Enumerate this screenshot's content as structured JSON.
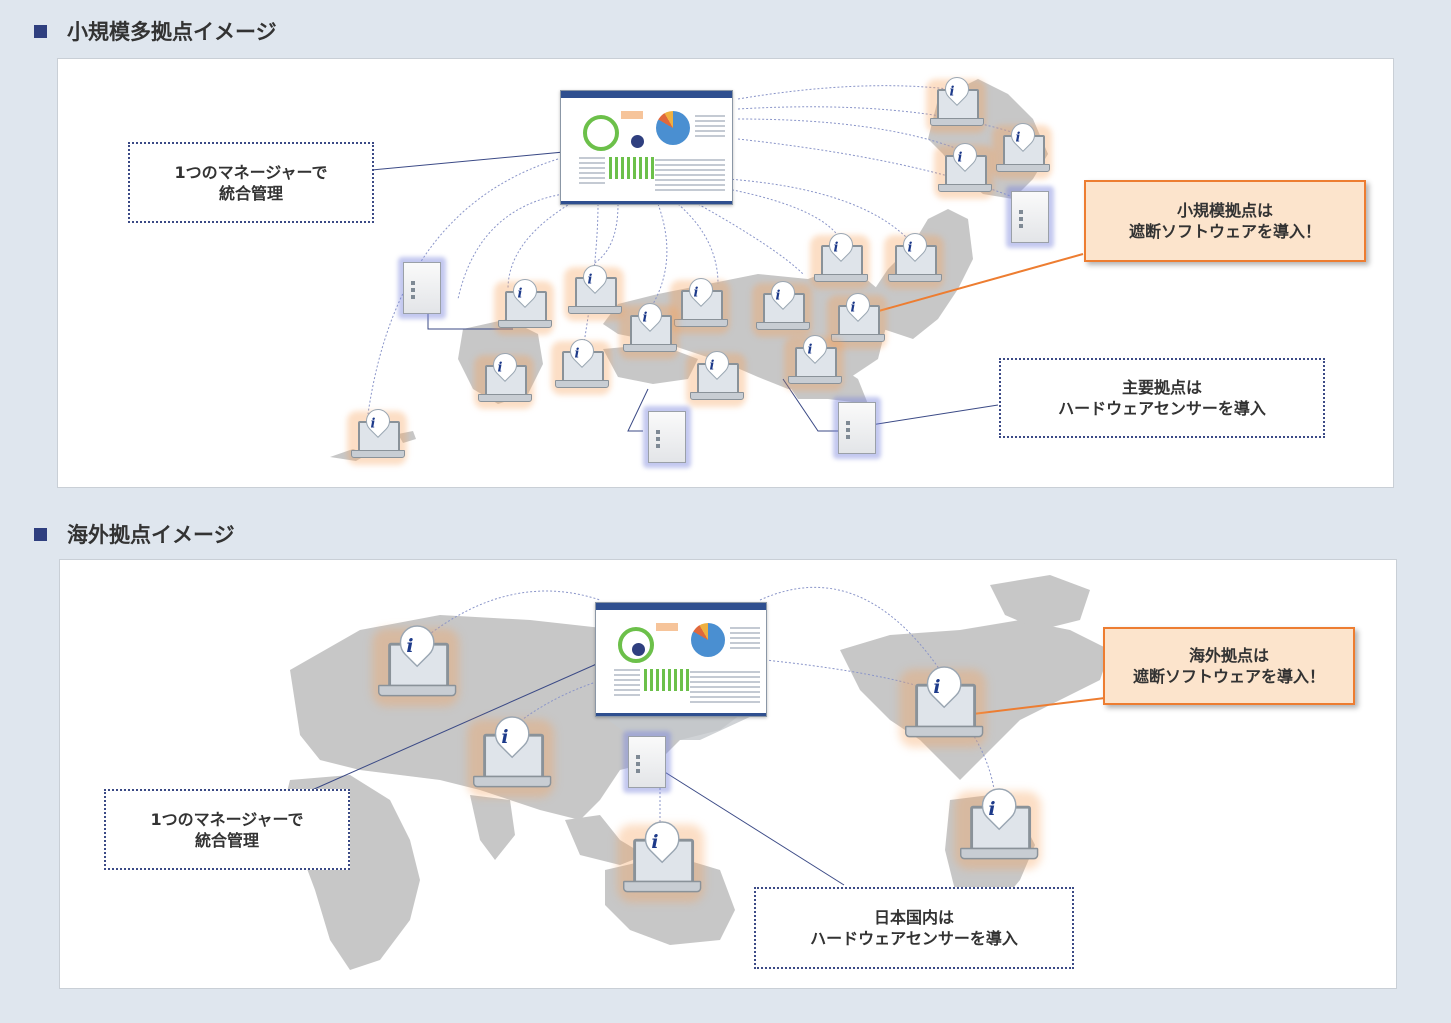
{
  "sections": {
    "small": {
      "title": "小規模多拠点イメージ",
      "manager_callout": [
        "1つのマネージャーで",
        "統合管理"
      ],
      "software_callout": [
        "小規模拠点は",
        "遮断ソフトウェアを導入！"
      ],
      "hardware_callout": [
        "主要拠点は",
        "ハードウェアセンサーを導入"
      ]
    },
    "overseas": {
      "title": "海外拠点イメージ",
      "manager_callout": [
        "1つのマネージャーで",
        "統合管理"
      ],
      "software_callout": [
        "海外拠点は",
        "遮断ソフトウェアを導入！"
      ],
      "hardware_callout": [
        "日本国内は",
        "ハードウェアセンサーを導入"
      ]
    }
  },
  "icon": {
    "laptop": "laptop-with-logo-pin-icon",
    "sensor": "hardware-sensor-icon",
    "logo_glyph": "i"
  },
  "colors": {
    "accent_orange": "#ed7d31",
    "callout_fill": "#fce4cc",
    "dotted_border": "#3b4a86",
    "map_gray": "#c7c7c7",
    "sensor_glow": "#7882dc"
  }
}
